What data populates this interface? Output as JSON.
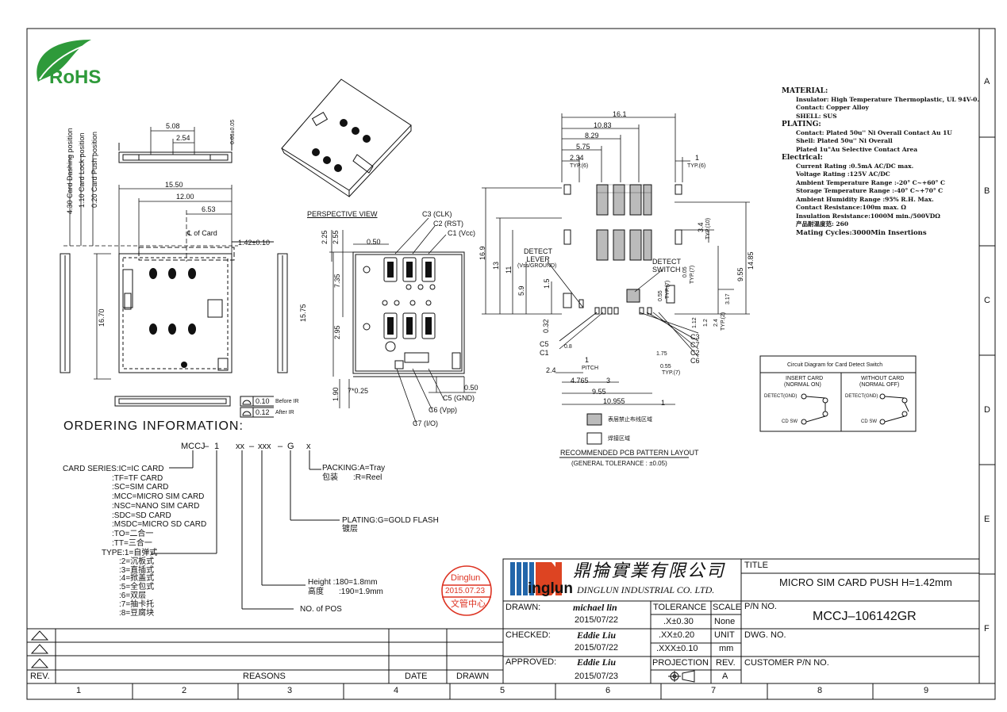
{
  "rohs": {
    "logo_text": "RoHS"
  },
  "grid": {
    "columns": [
      "1",
      "2",
      "3",
      "4",
      "5",
      "6",
      "7",
      "8",
      "9"
    ],
    "rows": [
      "A",
      "B",
      "C",
      "D",
      "E",
      "F"
    ]
  },
  "top_view": {
    "dim_508": "5.08",
    "dim_254": "2.54",
    "dim_003": "0.03±0.05",
    "dim_1550": "15.50",
    "dim_1200": "12.00",
    "dim_653": "6.53",
    "dim_142": "1.42±0.10",
    "dim_1670": "16.70",
    "card_center": "℄ of Card",
    "pos_430": "4.30 Card Dashing position",
    "pos_110": "1.10 Card Lock position",
    "pos_020": "0.20 Card Push position",
    "flat_010": "0.10",
    "flat_012": "0.12",
    "before_ir": "Before IR",
    "after_ir": "After IR"
  },
  "perspective": {
    "title": "PERSPECTIVE VIEW",
    "c3": "C3 (CLK)",
    "c2": "C2 (RST)",
    "c1": "C1 (Vcc)",
    "c5": "C5 (GND)",
    "c6": "C6 (Vpp)",
    "c7": "C7 (I/O)",
    "d225": "2.25",
    "d255": "2.55",
    "d050a": "0.50",
    "d735": "7.35",
    "d1575": "15.75",
    "d295": "2.95",
    "d050b": "0.50",
    "d190": "1.90",
    "d7x025": "7*0.25"
  },
  "pcb": {
    "d161": "16.1",
    "d1083": "10.83",
    "d829": "8.29",
    "d575": "5.75",
    "d234": "2.34",
    "typ6a": "TYP.(6)",
    "d1": "1",
    "typ6b": "TYP.(6)",
    "d169": "16.9",
    "d13": "13",
    "d11": "11",
    "d59": "5.9",
    "d15": "1.5",
    "d032": "0.32",
    "d34": "3.4",
    "typ10": "TYP.(10)",
    "d1485": "14.85",
    "d955v": "9.55",
    "d005": "0.05",
    "typ7a": "TYP.(7)",
    "d055": "0.55",
    "typ7b": "TYP.(7)",
    "d317": "3.17",
    "d112": "1.12",
    "d12": "1.2",
    "d24v": "2.4",
    "typ2": "TYP.(2)",
    "detect_lever": "DETECT\nLEVER",
    "detect_lever_sub": "(Vss/GROUND)",
    "detect_switch": "DETECT\nSWITCH",
    "c5": "C5",
    "c1": "C1",
    "c3": "C3",
    "c7": "C7",
    "c2": "C2",
    "c6": "C6",
    "d08": "0.8",
    "d1b": "1",
    "pitch": "PITCH",
    "d175": "1.75",
    "d055b": "0.55",
    "typ7c": "TYP.(7)",
    "d24": "2.4",
    "d4765": "4.765",
    "d3": "3",
    "d955": "9.55",
    "d10955": "10.955",
    "d1c": "1",
    "legend_a": "表层禁止布线区域",
    "legend_b": "焊接区域",
    "title": "RECOMMENDED PCB PATTERN LAYOUT",
    "tolerance": "(GENERAL TOLERANCE : ±0.05)"
  },
  "spec": {
    "material_h": "MATERIAL:",
    "insulator": "Insulator: High Temperature Thermoplastic, UL 94V-0.",
    "contact": "Contact: Copper Alloy",
    "shell": "SHELL: SUS",
    "plating_h": "PLATING:",
    "p_contact": "Contact: Plated 50u'' Ni Overall Contact Au 1U",
    "p_shell": "Shell: Plated 50u'' Ni Overall",
    "p_plated": "Plated 1u\"Au Selective Contact Area",
    "elec_h": "Electrical:",
    "e1": "Current Rating :0.5mA AC/DC max.",
    "e2": "Voltage Rating :125V AC/DC",
    "e3": "Ambient Temperature Range :-20° C~+60° C",
    "e4": "Storage Temperature Range :-40° C~+70° C",
    "e5": "Ambient Humidity Range :95% R.H. Max.",
    "e6": "Contact Resistance:100m  max. Ω",
    "e7": "Insulation Resistance:1000M  min./500VDΩ",
    "e8": "产品耐温度范: 260",
    "e9": "Mating Cycles:3000Min Insertions"
  },
  "circuit": {
    "title": "Circuit Diagram for Card Detect Switch",
    "insert": "INSERT CARD",
    "insert_sub": "(NORMAL ON)",
    "without": "WITHOUT CARD",
    "without_sub": "(NORMAL OFF)",
    "detect_gnd": "DETECT(GND)",
    "cd_sw": "CD SW"
  },
  "ordering": {
    "title": "ORDERING  INFORMATION:",
    "code_mccj": "MCCJ",
    "code_dash1": "–",
    "code_1": "1",
    "code_xx": "xx",
    "code_dash2": "–",
    "code_xxx": "xxx",
    "code_dash3": "–",
    "code_g": "G",
    "code_x": "x",
    "series": [
      "CARD SERIES:IC=IC CARD",
      ":TF=TF CARD",
      ":SC=SIM CARD",
      ":MCC=MICRO SIM CARD",
      ":NSC=NANO SIM CARD",
      ":SDC=SD CARD",
      ":MSDC=MICRO SD CARD",
      ":TO=二合一",
      ":TT=三合一"
    ],
    "type": [
      "TYPE:1=自弹式",
      ":2=沉板式",
      ":3=直插式",
      ":4=掀盖式",
      ":5=全包式",
      ":6=双层",
      ":7=抽卡托",
      ":8=豆腐块"
    ],
    "packing": "PACKING:A=Tray",
    "packing_cn": "包装",
    "packing_reel": ":R=Reel",
    "plating": "PLATING:G=GOLD FLASH",
    "plating_cn": "镀层",
    "height": "Height  :180=1.8mm",
    "height_cn": "高度",
    "height_190": ":190=1.9mm",
    "no_pos": "NO. of POS"
  },
  "stamp": {
    "name": "Dinglun",
    "date": "2015.07.23",
    "dept": "文管中心"
  },
  "titleblock": {
    "company_cn": "鼎掄實業有限公司",
    "company_en": "DINGLUN INDUSTRIAL CO. LTD.",
    "logo_text": "inglun",
    "title_label": "TITLE",
    "title_value": "MICRO SIM CARD PUSH H=1.42mm",
    "drawn_label": "DRAWN:",
    "drawn_by": "michael lin",
    "drawn_date": "2015/07/22",
    "checked_label": "CHECKED:",
    "checked_by": "Eddie Liu",
    "checked_date": "2015/07/22",
    "approved_label": "APPROVED:",
    "approved_by": "Eddie Liu",
    "approved_date": "2015/07/23",
    "tol_label": "TOLERANCE",
    "tol1": ".X±0.30",
    "tol2": ".XX±0.20",
    "tol3": ".XXX±0.10",
    "projection": "PROJECTION",
    "scale_label": "SCALE",
    "scale": "None",
    "unit_label": "UNIT",
    "unit": "mm",
    "rev_label": "REV.",
    "rev": "A",
    "pn_label": "P/N NO.",
    "pn": "MCCJ–106142GR",
    "dwg_label": "DWG. NO.",
    "cust_label": "CUSTOMER P/N NO."
  },
  "revision": {
    "rev": "REV.",
    "reasons": "REASONS",
    "date": "DATE",
    "drawn": "DRAWN"
  }
}
